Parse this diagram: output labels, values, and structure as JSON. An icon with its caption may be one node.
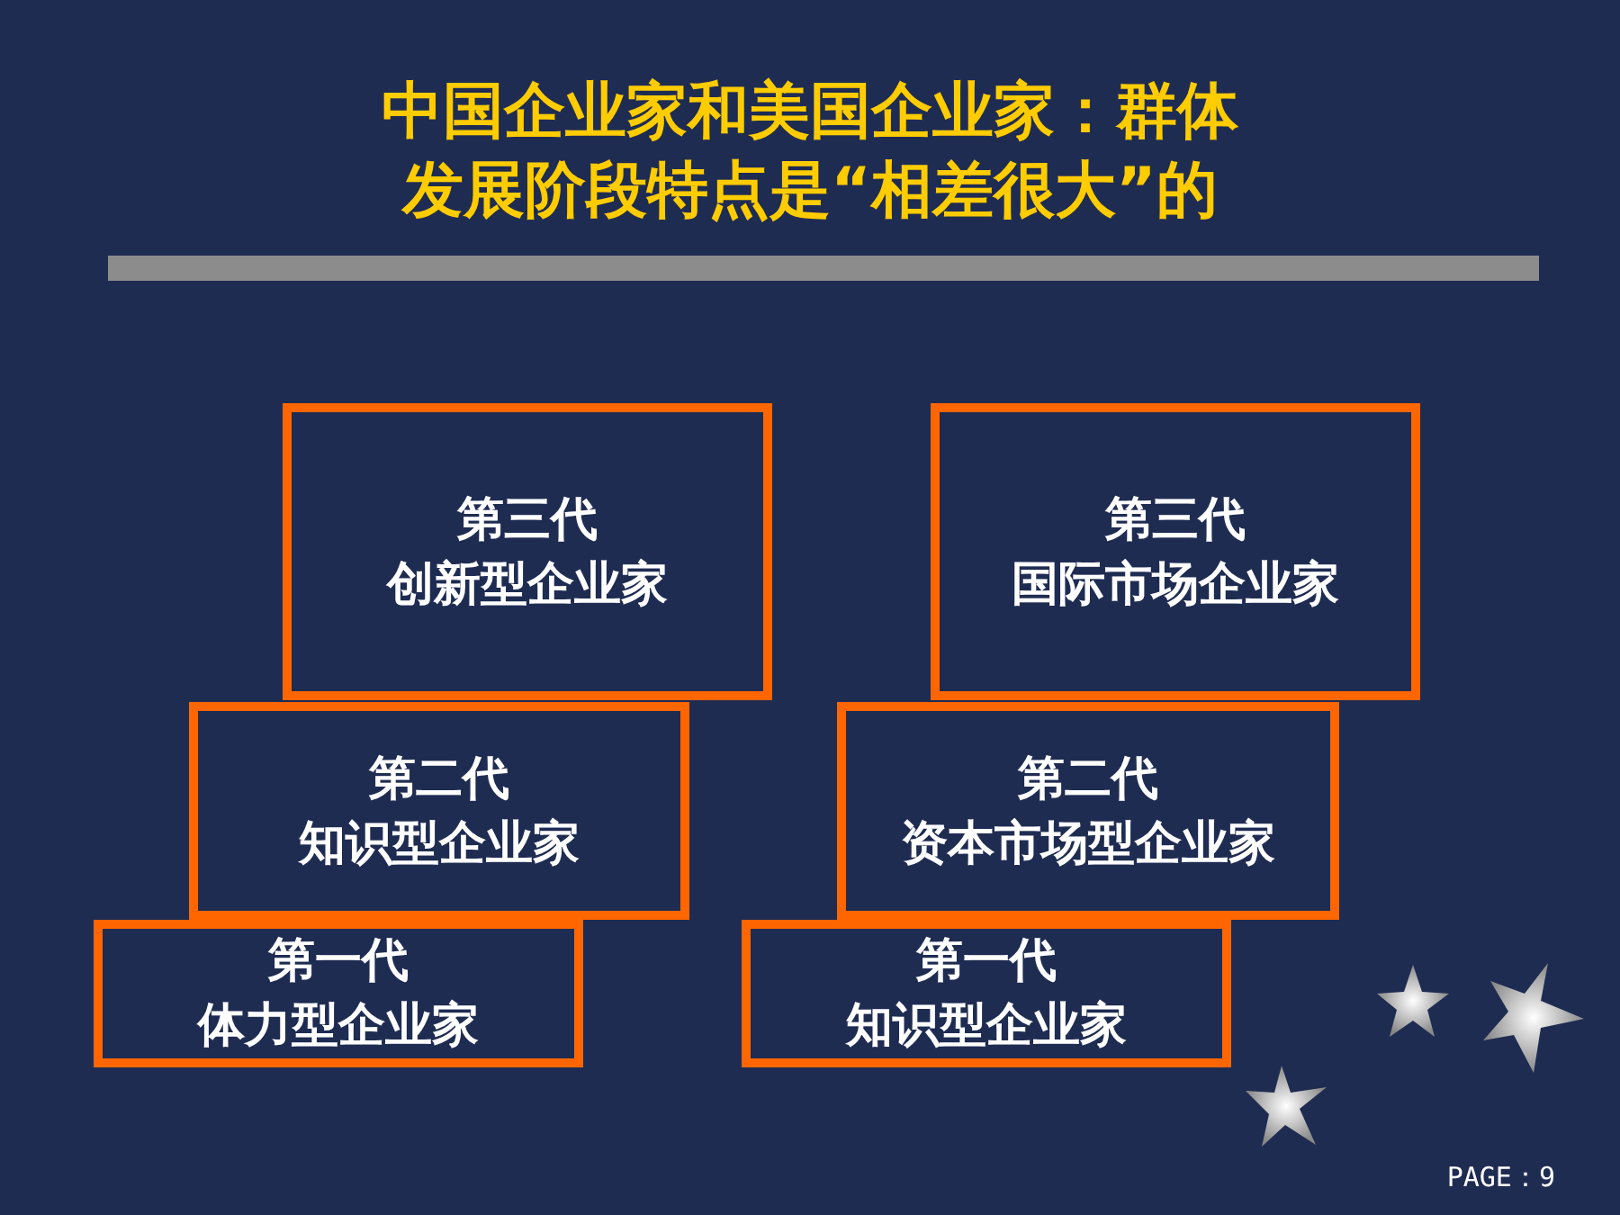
{
  "diagram": {
    "title": "中国企业家和美国企业家：群体发展阶段特点是“相差很大”的",
    "nodes": [
      {
        "text": [],
        "shape": "bar"
      },
      {
        "text": [
          "第三代",
          "创新型企业家"
        ]
      },
      {
        "text": [
          "第二代",
          "知识型企业家"
        ]
      },
      {
        "text": [
          "第一代",
          "体力型企业家"
        ]
      },
      {
        "text": [
          "第三代",
          "国际市场企业家"
        ]
      },
      {
        "text": [
          "第二代",
          "资本市场型企业家"
        ]
      },
      {
        "text": [
          "第一代",
          "知识型企业家"
        ]
      }
    ],
    "labels": [
      "PAGE：9"
    ]
  }
}
